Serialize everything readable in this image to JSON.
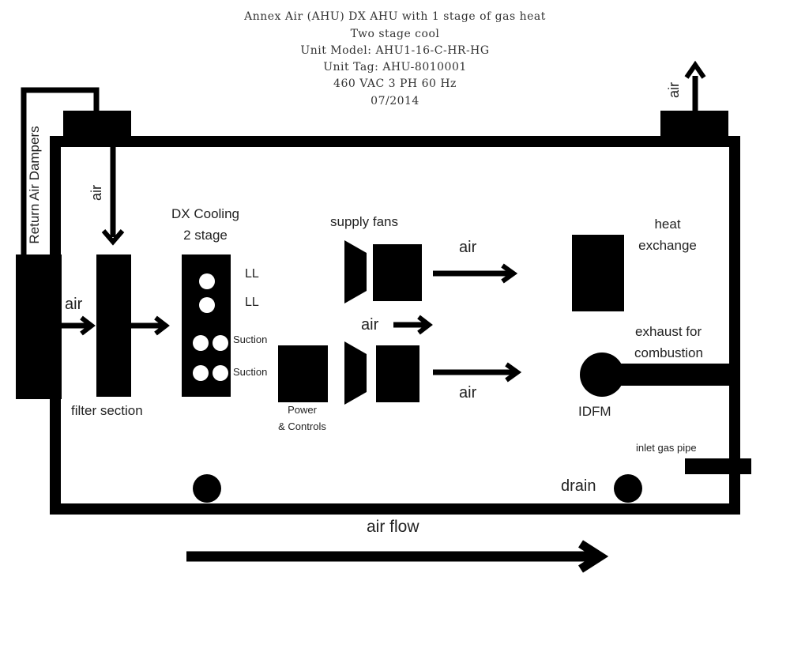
{
  "header": {
    "line1": "Annex Air (AHU) DX AHU with 1 stage of gas heat",
    "line2": "Two stage cool",
    "line3": "Unit Model: AHU1-16-C-HR-HG",
    "line4": "Unit Tag: AHU-8010001",
    "line5": "460 VAC 3 PH 60 Hz",
    "line6": "07/2014"
  },
  "labels": {
    "return_air_dampers": "Return Air Dampers",
    "air_return_top": "air",
    "air_exhaust_top": "air",
    "air_inlet_left": "air",
    "filter_section": "filter section",
    "dx_cooling_line1": "DX Cooling",
    "dx_cooling_line2": "2 stage",
    "ll_1": "LL",
    "ll_2": "LL",
    "suction_1": "Suction",
    "suction_2": "Suction",
    "supply_fans": "supply fans",
    "air_fan_mid": "air",
    "air_fan_top": "air",
    "air_fan_bottom": "air",
    "power_controls_line1": "Power",
    "power_controls_line2": "& Controls",
    "heat_exchange_line1": "heat",
    "heat_exchange_line2": "exchange",
    "exhaust_line1": "exhaust for",
    "exhaust_line2": "combustion",
    "idfm": "IDFM",
    "inlet_gas_pipe": "inlet gas pipe",
    "drain": "drain",
    "air_flow": "air flow"
  }
}
